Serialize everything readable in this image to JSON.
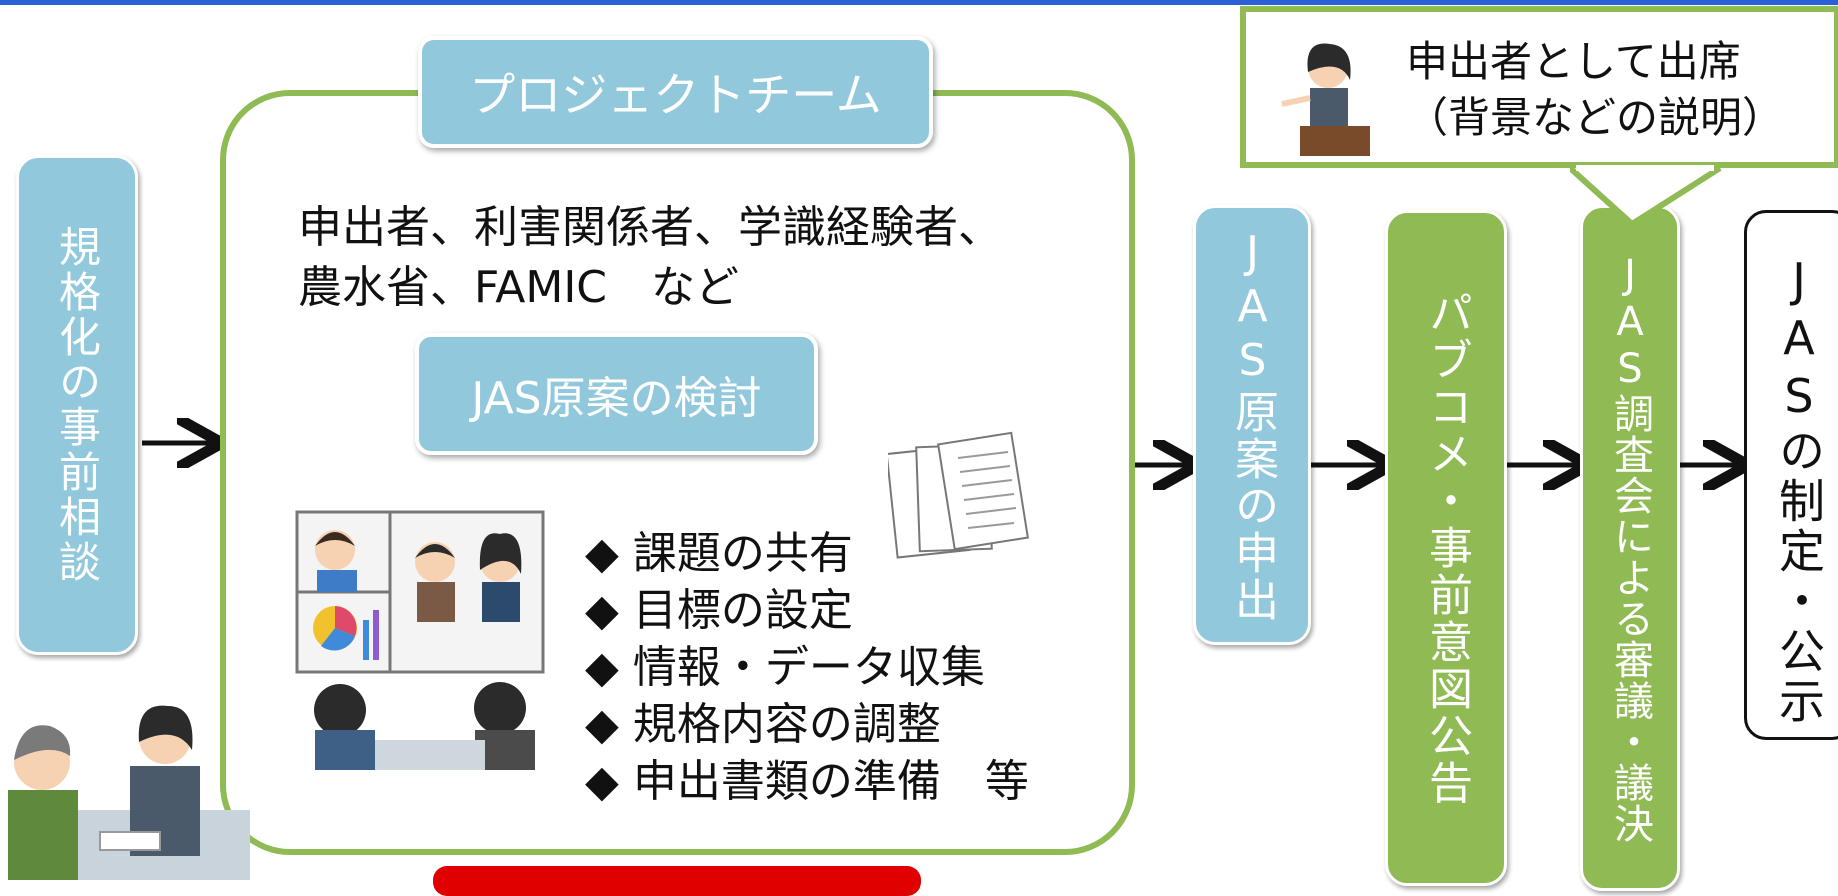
{
  "steps": {
    "prior_consultation": "規格化の事前相談",
    "project_team_title": "プロジェクトチーム",
    "members_line1": "申出者、利害関係者、学識経験者、",
    "members_line2": "農水省、FAMIC　など",
    "draft_review": "JAS原案の検討",
    "tasks": [
      "課題の共有",
      "目標の設定",
      "情報・データ収集",
      "規格内容の調整",
      "申出書類の準備　等"
    ],
    "task_bullet": "◆",
    "jas_draft_submission": "JAS原案の申出",
    "public_comment": "パブコメ・事前意図公告",
    "council_deliberation": "JAS調査会による審議・議決",
    "jas_enactment": "JASの制定・公示"
  },
  "callout": {
    "line1": "申出者として出席",
    "line2": "（背景などの説明）"
  },
  "colors": {
    "blue_box": "#92c8dc",
    "green_box": "#8fba54",
    "accent_top": "#2b5fd6",
    "red_bar": "#e00000"
  }
}
